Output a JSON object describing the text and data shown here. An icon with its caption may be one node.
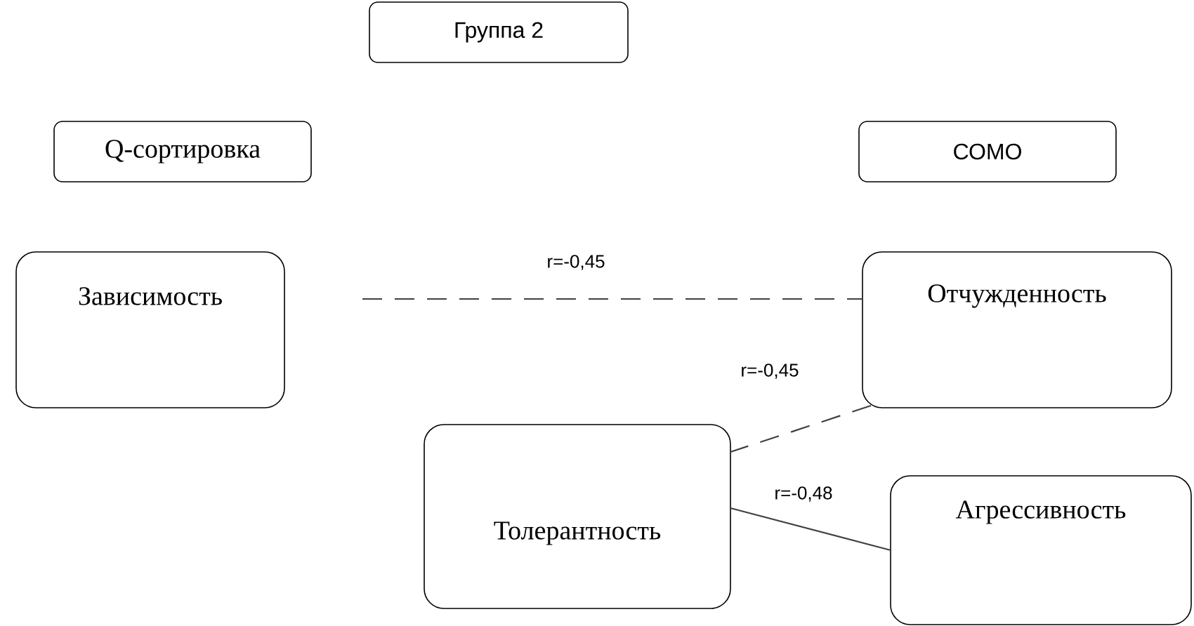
{
  "diagram": {
    "nodes": [
      {
        "text": [
          "Группа 2"
        ]
      },
      {
        "text": [
          "Q-сортировка"
        ]
      },
      {
        "text": [
          "СОМО"
        ]
      },
      {
        "text": [
          "Зависимость"
        ]
      },
      {
        "text": [
          "Отчужденность"
        ]
      },
      {
        "text": [
          "Толерантность"
        ]
      },
      {
        "text": [
          "Агрессивность"
        ]
      }
    ],
    "edges": [
      {
        "from": 3,
        "to": 4,
        "arrow": "none",
        "style": "dashed",
        "label": "r=-0,45"
      },
      {
        "from": 4,
        "to": 5,
        "arrow": "none",
        "style": "dashed",
        "label": "r=-0,45"
      },
      {
        "from": 5,
        "to": 6,
        "arrow": "none",
        "label": "r=-0,48"
      }
    ]
  }
}
